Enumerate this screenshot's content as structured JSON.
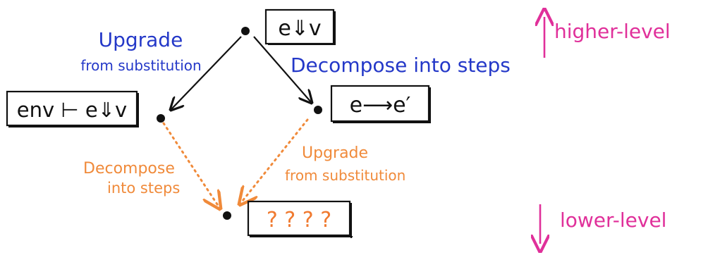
{
  "nodes": {
    "top": "e⇓v",
    "left": "env ⊢ e⇓v",
    "right": "e⟶e′",
    "bottom": "? ? ? ?"
  },
  "edges": {
    "top_left": [
      "Upgrade",
      "from substitution"
    ],
    "top_right": "Decompose into steps",
    "left_bottom": [
      "Decompose",
      "into steps"
    ],
    "right_bottom": [
      "Upgrade",
      "from substitution"
    ]
  },
  "scale": {
    "up": "higher-level",
    "down": "lower-level"
  },
  "colors": {
    "ink": "#111111",
    "blue": "#2438c8",
    "orange": "#f08a3a",
    "pink": "#e0309a",
    "bottom_box_text": "#f07a30"
  }
}
